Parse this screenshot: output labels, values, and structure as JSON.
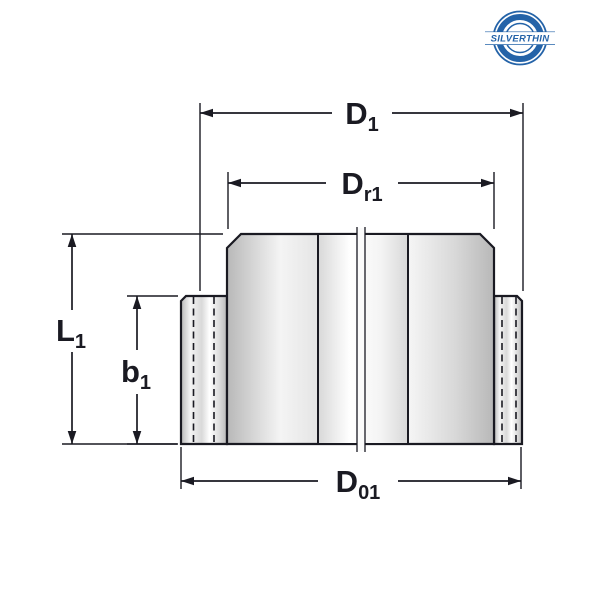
{
  "colors": {
    "background": "#ffffff",
    "line": "#1a1a22",
    "metal-dark": "#b8b8b8",
    "metal-mid": "#d9d9d9",
    "metal-light": "#f4f4f4",
    "metal-white": "#ffffff",
    "slot-fill": "#fbfbfb",
    "logo-blue": "#2463a8"
  },
  "logo": {
    "icon": "silverthin-logo",
    "text": "SILVERTHIN"
  },
  "dims": {
    "d1": {
      "main": "D",
      "sub": "1"
    },
    "dr1": {
      "main": "D",
      "sub": "r1"
    },
    "l1": {
      "main": "L",
      "sub": "1"
    },
    "b1": {
      "main": "b",
      "sub": "1"
    },
    "d01": {
      "main": "D",
      "sub": "01"
    }
  }
}
